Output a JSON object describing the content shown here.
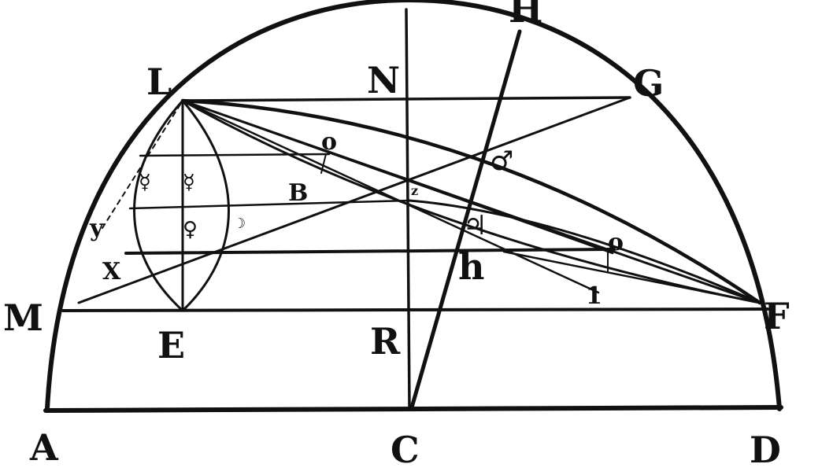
{
  "diagram": {
    "labels": {
      "A": "A",
      "C": "C",
      "D": "D",
      "M": "M",
      "E": "E",
      "R": "R",
      "F": "F",
      "L": "L",
      "N": "N",
      "G": "G",
      "H": "H",
      "B": "B",
      "o1": "o",
      "o2": "o",
      "one": "1",
      "h": "h",
      "z": "z",
      "y": "y",
      "X": "X",
      "mars": "♂",
      "jupiter": "♃",
      "venus": "♀",
      "mercury1": "☿",
      "mercury2": "☿",
      "moon": "☽"
    }
  }
}
